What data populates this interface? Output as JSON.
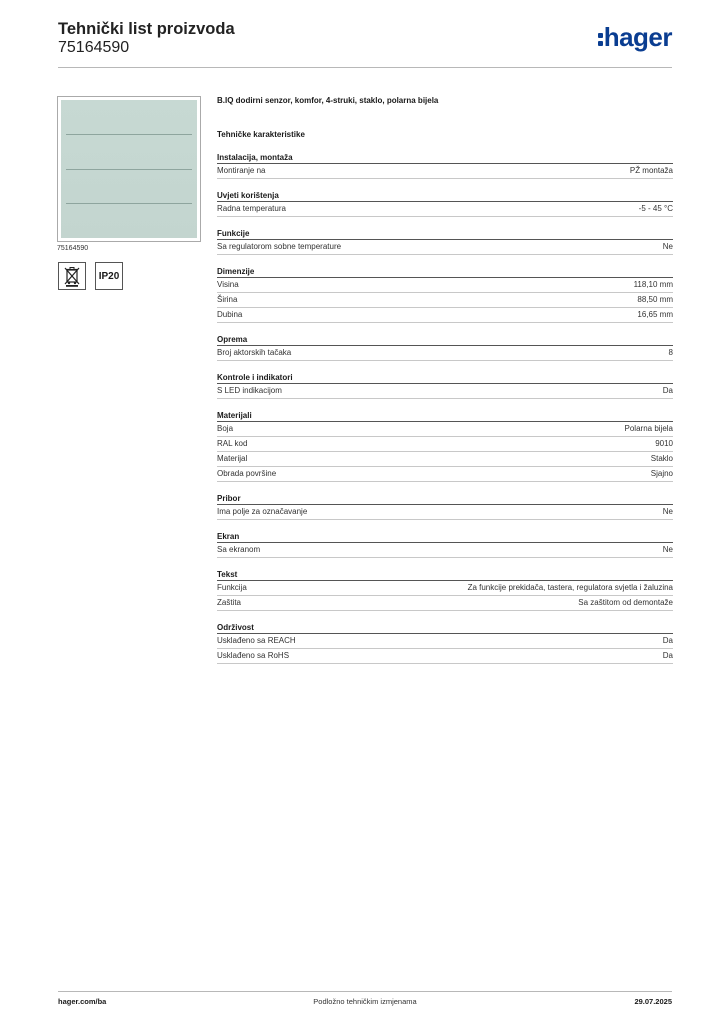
{
  "header": {
    "title": "Tehnički list proizvoda",
    "code": "75164590",
    "logo_text": "hager",
    "brand_color": "#0a3d91"
  },
  "image": {
    "caption": "75164590",
    "icons": [
      {
        "name": "weee-crossed-bin-icon"
      },
      {
        "name": "ip-rating-icon",
        "label": "IP20"
      }
    ]
  },
  "product": {
    "description": "B.IQ dodirni senzor, komfor, 4-struki, staklo, polarna bijela",
    "subheading": "Tehničke karakteristike"
  },
  "sections": [
    {
      "title": "Instalacija, montaža",
      "rows": [
        [
          "Montiranje na",
          "PŽ montaža"
        ]
      ]
    },
    {
      "title": "Uvjeti korištenja",
      "rows": [
        [
          "Radna temperatura",
          "-5 - 45 °C"
        ]
      ]
    },
    {
      "title": "Funkcije",
      "rows": [
        [
          "Sa regulatorom sobne temperature",
          "Ne"
        ]
      ]
    },
    {
      "title": "Dimenzije",
      "rows": [
        [
          "Visina",
          "118,10 mm"
        ],
        [
          "Širina",
          "88,50 mm"
        ],
        [
          "Dubina",
          "16,65 mm"
        ]
      ]
    },
    {
      "title": "Oprema",
      "rows": [
        [
          "Broj aktorskih tačaka",
          "8"
        ]
      ]
    },
    {
      "title": "Kontrole i indikatori",
      "rows": [
        [
          "S LED indikacijom",
          "Da"
        ]
      ]
    },
    {
      "title": "Materijali",
      "rows": [
        [
          "Boja",
          "Polarna bijela"
        ],
        [
          "RAL kod",
          "9010"
        ],
        [
          "Materijal",
          "Staklo"
        ],
        [
          "Obrada površine",
          "Sjajno"
        ]
      ]
    },
    {
      "title": "Pribor",
      "rows": [
        [
          "Ima polje za označavanje",
          "Ne"
        ]
      ]
    },
    {
      "title": "Ekran",
      "rows": [
        [
          "Sa ekranom",
          "Ne"
        ]
      ]
    },
    {
      "title": "Tekst",
      "rows": [
        [
          "Funkcija",
          "Za funkcije prekidača, tastera, regulatora svjetla i žaluzina"
        ],
        [
          "Zaštita",
          "Sa zaštitom od demontaže"
        ]
      ]
    },
    {
      "title": "Održivost",
      "rows": [
        [
          "Usklađeno sa REACH",
          "Da"
        ],
        [
          "Usklađeno sa RoHS",
          "Da"
        ]
      ]
    }
  ],
  "footer": {
    "website": "hager.com/ba",
    "note": "Podložno tehničkim izmjenama",
    "date": "29.07.2025"
  }
}
